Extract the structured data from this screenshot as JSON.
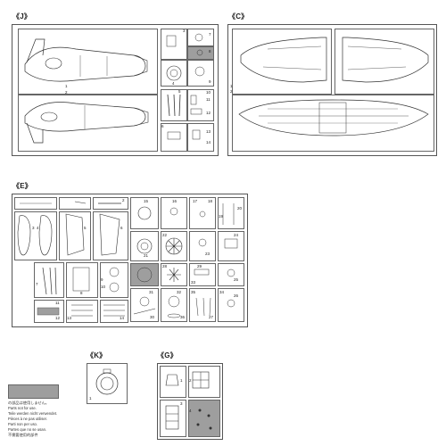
{
  "sprues": {
    "J": {
      "label": "《J》",
      "parts": [
        "1",
        "2",
        "3",
        "4",
        "5",
        "6",
        "7",
        "8",
        "9",
        "10",
        "11",
        "12",
        "13",
        "14"
      ]
    },
    "C": {
      "label": "《C》",
      "parts": [
        "1",
        "2"
      ]
    },
    "E": {
      "label": "《E》",
      "parts": [
        "1",
        "2",
        "3",
        "4",
        "5",
        "6",
        "7",
        "8",
        "9",
        "10",
        "11",
        "12",
        "13",
        "14",
        "15",
        "16",
        "17",
        "18",
        "19",
        "20",
        "21",
        "22",
        "23",
        "24",
        "25",
        "26",
        "27",
        "28",
        "29",
        "30",
        "31",
        "32",
        "33",
        "34",
        "35",
        "36"
      ]
    },
    "K": {
      "label": "《K》",
      "parts": [
        "1"
      ]
    },
    "G": {
      "label": "《G》",
      "parts": [
        "1",
        "2",
        "3",
        "4"
      ]
    }
  },
  "notes": {
    "lines": [
      "の部品は使用しません。",
      "Parts not for use.",
      "Teile werden nicht verwendet.",
      "Pièces à ne pas utiliser.",
      "Parti non per uso.",
      "Partes que no se usan.",
      "不需要使用的部件"
    ]
  },
  "colors": {
    "unused_fill": "#9e9e9e",
    "line": "#555555"
  }
}
